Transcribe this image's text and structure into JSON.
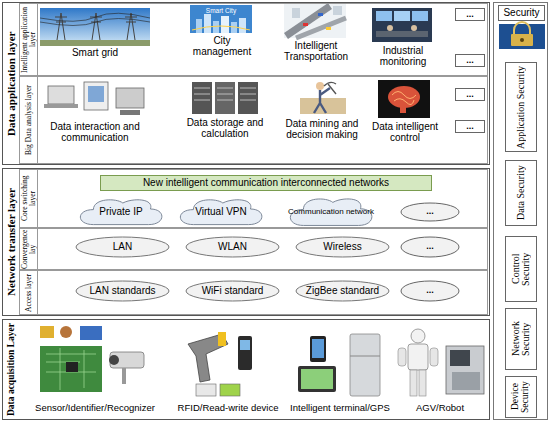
{
  "diagram": {
    "nodes": [
      {
        "text": [
          "Data application layer"
        ]
      },
      {
        "text": [
          "Intelligent application layer"
        ],
        "in": 0
      },
      {
        "text": [
          "..."
        ],
        "in": 1
      },
      {
        "text": [
          "..."
        ],
        "in": 1
      },
      {
        "text": [
          "Big Data analysis layer"
        ],
        "in": 0
      },
      {
        "text": [
          "..."
        ],
        "in": 4
      },
      {
        "text": [
          "..."
        ],
        "in": 4
      },
      {
        "text": [
          "Network transfer layer"
        ]
      },
      {
        "text": [
          "Core switching layer"
        ],
        "in": 7
      },
      {
        "text": [
          "New intelligent communication interconnected networks"
        ],
        "in": 8
      },
      {
        "text": [
          "Private IP"
        ],
        "in": 8
      },
      {
        "text": [
          "Virtual VPN"
        ],
        "in": 8
      },
      {
        "text": [
          "Communication network"
        ],
        "in": 8
      },
      {
        "text": [
          "..."
        ],
        "in": 8
      },
      {
        "text": [
          "Convergence lay"
        ],
        "in": 7
      },
      {
        "text": [
          "LAN"
        ],
        "in": 14
      },
      {
        "text": [
          "WLAN"
        ],
        "in": 14
      },
      {
        "text": [
          "Wireless"
        ],
        "in": 14
      },
      {
        "text": [
          "..."
        ],
        "in": 14
      },
      {
        "text": [
          "Access layer"
        ],
        "in": 7
      },
      {
        "text": [
          "LAN standards"
        ],
        "in": 19
      },
      {
        "text": [
          "WiFi standard"
        ],
        "in": 19
      },
      {
        "text": [
          "ZigBee standard"
        ],
        "in": 19
      },
      {
        "text": [
          "..."
        ],
        "in": 19
      },
      {
        "text": [
          "Data acquisition Layer"
        ]
      },
      {
        "text": [
          "Security"
        ]
      },
      {
        "text": [
          "Application Security"
        ]
      },
      {
        "text": [
          "Data Security"
        ]
      },
      {
        "text": [
          "Control Security"
        ]
      },
      {
        "text": [
          "Network Security"
        ]
      },
      {
        "text": [
          "Device Security"
        ]
      }
    ],
    "labels": [
      "Smart grid",
      "Smart City",
      "City management",
      "Intelligent Transportation",
      "Industrial monitoring",
      "Data interaction and communication",
      "Data storage and calculation",
      "Data mining and decision making",
      "Data intelligent control",
      "Sensor/Identifier/Recognizer",
      "RFID/Read-write device",
      "Intelligent terminal/GPS",
      "AGV/Robot"
    ]
  }
}
